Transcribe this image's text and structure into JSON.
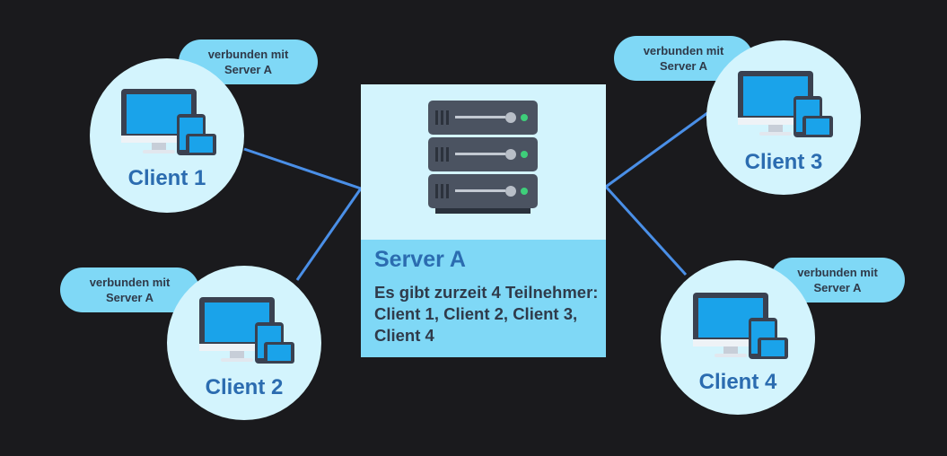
{
  "server": {
    "name": "Server A",
    "description": "Es gibt zurzeit 4 Teilnehmer: Client 1, Client 2, Client 3, Client 4"
  },
  "clients": [
    {
      "name": "Client 1",
      "status_line1": "verbunden mit",
      "status_line2": "Server A"
    },
    {
      "name": "Client 2",
      "status_line1": "verbunden mit",
      "status_line2": "Server A"
    },
    {
      "name": "Client 3",
      "status_line1": "verbunden mit",
      "status_line2": "Server A"
    },
    {
      "name": "Client 4",
      "status_line1": "verbunden mit",
      "status_line2": "Server A"
    }
  ],
  "colors": {
    "background": "#1a1a1d",
    "node_fill": "#d3f4fd",
    "accent_fill": "#7fd8f6",
    "label_blue": "#2b6cb0",
    "connection_line": "#4a8fe7"
  },
  "icons": {
    "server": "server-rack-icon",
    "client": "computer-devices-icon"
  }
}
